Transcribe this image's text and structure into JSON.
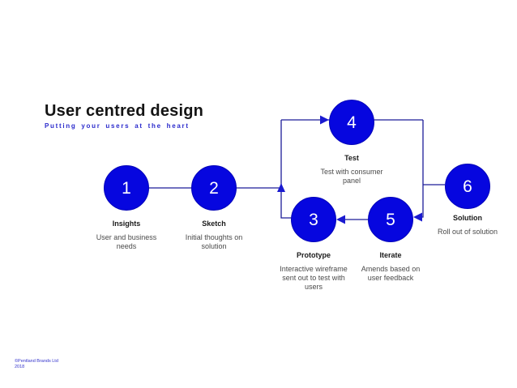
{
  "header": {
    "title": "User centred design",
    "subtitle": "Putting your users at the heart"
  },
  "diagram": {
    "nodes": [
      {
        "number": "1",
        "label": "Insights",
        "description": "User and business\nneeds"
      },
      {
        "number": "2",
        "label": "Sketch",
        "description": "Initial thoughts on\nsolution"
      },
      {
        "number": "3",
        "label": "Prototype",
        "description": "Interactive wireframe\nsent out to test with\nusers"
      },
      {
        "number": "4",
        "label": "Test",
        "description": "Test with consumer\npanel"
      },
      {
        "number": "5",
        "label": "Iterate",
        "description": "Amends based on\nuser feedback"
      },
      {
        "number": "6",
        "label": "Solution",
        "description": "Roll out of solution"
      }
    ],
    "flow_note": "1 to 2 to loop; loop: 3 up to 4, 4 down to 5, 5 to 3; branch out to 6"
  },
  "colors": {
    "node_fill": "#0606df",
    "node_border": "#0404b8",
    "connector_line": "#1c1c99",
    "arrowhead": "#1a1ad0",
    "subtitle_text": "#2a2acc",
    "label_text": "#1a1a1a",
    "body_text": "#4a4a4a",
    "copyright_text": "#3333cc"
  },
  "footer": {
    "copyright": "©Pentland Brands Ltd\n2018"
  }
}
